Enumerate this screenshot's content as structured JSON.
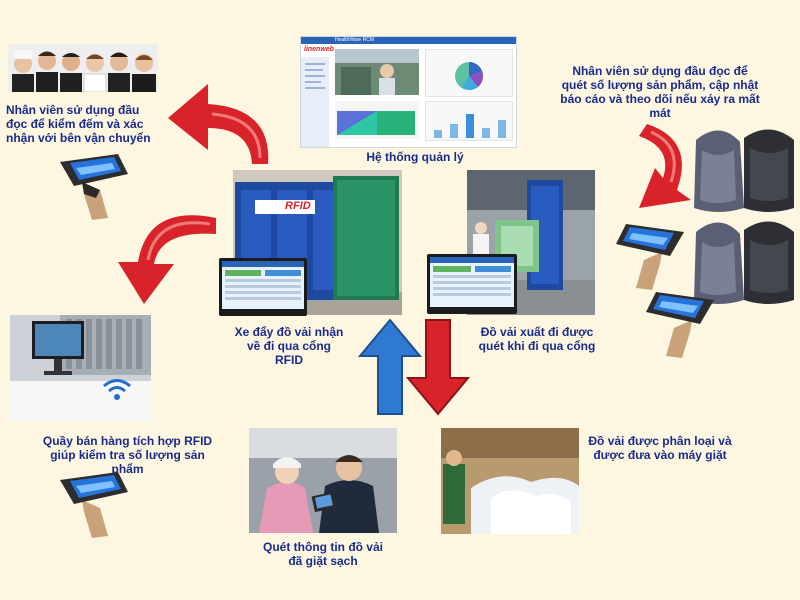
{
  "labels": {
    "staff_verify": "Nhân viên sử dụng đầu đọc để kiểm đếm và xác nhận với bên vận chuyển",
    "management": "Hệ thống quản lý",
    "staff_scan": "Nhân viên sử dụng đầu đọc để quét số lượng sản phẩm, cập nhật báo cáo và theo dõi nếu xảy ra mất mát",
    "cart_in": "Xe đẩy đồ vải nhận về đi qua cổng RFID",
    "linen_out": "Đồ vải xuất đi được quét khi đi qua cổng",
    "counter": "Quầy bán hàng tích hợp RFID giúp kiểm tra số lượng sản phẩm",
    "sorted": "Đồ vải được phân loại và được đưa vào máy giặt",
    "clean_scan": "Quét thông tin đồ vải đã giặt sạch"
  },
  "dashboard": {
    "app_name": "linenweb",
    "window_title": "HealthWare RCM"
  },
  "brand": {
    "gate_logo": "RFID"
  },
  "colors": {
    "text": "#1a2a8c",
    "arrow_red": "#d8232a",
    "arrow_blue": "#2f7ad0",
    "background": "#fdf7e1"
  }
}
